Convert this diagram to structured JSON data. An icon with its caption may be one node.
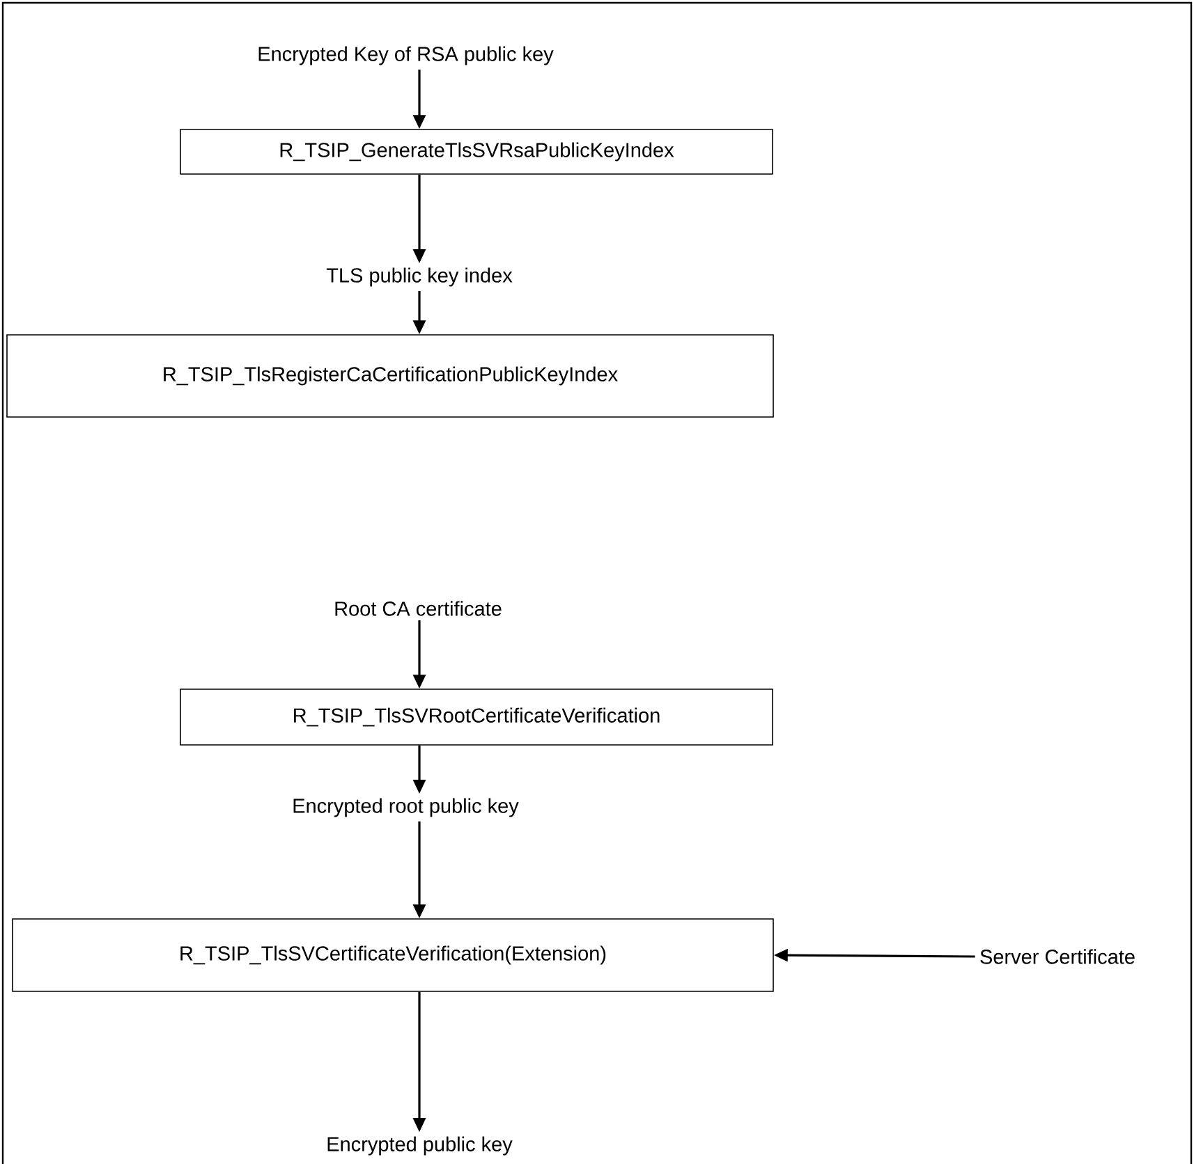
{
  "diagram": {
    "nodes": [
      {
        "text": [
          "Encrypted Key of RSA public key"
        ]
      },
      {
        "text": [
          "R_TSIP_GenerateTlsSVRsaPublicKeyIndex"
        ]
      },
      {
        "text": [
          "TLS public key index"
        ]
      },
      {
        "text": [
          "R_TSIP_TlsRegisterCaCertificationPublicKeyIndex"
        ]
      },
      {
        "text": [
          "Root CA certificate"
        ]
      },
      {
        "text": [
          "R_TSIP_TlsSVRootCertificateVerification"
        ]
      },
      {
        "text": [
          "Encrypted root public key"
        ]
      },
      {
        "text": [
          "R_TSIP_TlsSVCertificateVerification(Extension)"
        ]
      },
      {
        "text": [
          "Server Certificate"
        ]
      },
      {
        "text": [
          "Encrypted public key"
        ]
      }
    ],
    "edges": [
      {
        "from": 0,
        "to": 1,
        "arrow": "to"
      },
      {
        "from": 1,
        "to": 2,
        "arrow": "to"
      },
      {
        "from": 2,
        "to": 3,
        "arrow": "to"
      },
      {
        "from": 4,
        "to": 5,
        "arrow": "to"
      },
      {
        "from": 5,
        "to": 6,
        "arrow": "to"
      },
      {
        "from": 6,
        "to": 7,
        "arrow": "to"
      },
      {
        "from": 8,
        "to": 7,
        "arrow": "to"
      },
      {
        "from": 7,
        "to": 9,
        "arrow": "to"
      }
    ]
  }
}
